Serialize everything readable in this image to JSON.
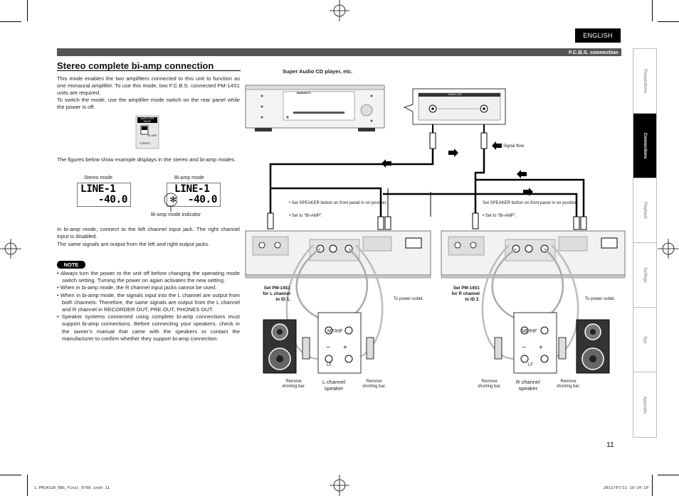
{
  "language_tab": "ENGLISH",
  "header_label": "F.C.B.S. connection",
  "side_tabs": [
    "Preparations",
    "Connections",
    "Playback",
    "Settings",
    "Tips",
    "Appendix"
  ],
  "active_side_tab": "Connections",
  "title": "Stereo complete bi-amp connection",
  "intro_paragraph_1": "This mode enables the two amplifiers connected to this unit to function as one monaural amplifier. To use this mode, two F.C.B.S. connected PM-14S1 units are required.",
  "intro_paragraph_2": "To switch the mode, use the amplifier mode switch on the rear panel while the power is off.",
  "switch": {
    "title": "AMPLIFIER MODE",
    "option_biamp": "BI-AMP",
    "option_stereo": "STEREO"
  },
  "figures_paragraph": "The figures below show example displays in the stereo and bi-amp modes.",
  "stereo_mode_label": "Stereo mode",
  "biamp_mode_label": "Bi-amp mode",
  "display_line1": "LINE-1",
  "display_value": "-40.0",
  "biamp_display_marker": "✻",
  "biamp_indicator_label": "Bi-amp mode indicator",
  "biamp_paragraph_1": "In bi-amp mode, connect to the left channel input jack. The right channel input is disabled.",
  "biamp_paragraph_2": "The same signals are output from the left and right output jacks.",
  "note_label": "NOTE",
  "notes": [
    "Always turn the power to the unit off before changing the operating mode switch setting. Turning the power on again activates the new setting.",
    "When in bi-amp mode, the R channel input jacks cannot be used.",
    "When in bi-amp mode, the signals input into the L channel are output from both channels. Therefore, the same signals are output from the L channel and R channel in RECORDER OUT, PRE OUT, PHONES OUT.",
    "Speaker systems connected using complete bi-amp connections must support bi-amp connections. Before connecting your speakers, check in the owner’s manual that came with the speakers or contact the manufacturer to confirm whether they support bi-amp connection."
  ],
  "diagram": {
    "source_label": "Super Audio CD player, etc.",
    "source_brand": "MARANTZ",
    "audio_out_label": "AUDIO OUT",
    "signal_flow_label": ": Signal flow",
    "left_instr_1": "• Set SPEAKER button on front panel in on position.",
    "left_instr_2": "• Set to “BI-AMP”.",
    "right_instr_1": "Set SPEAKER button on front panel in on position.",
    "right_instr_2": "• Set to “BI-AMP”.",
    "left_unit_label_1": "Set PM-14S1",
    "left_unit_label_2": "for L channel",
    "left_unit_label_3": "to ID 1.",
    "right_unit_label_1": "Set PM-14S1",
    "right_unit_label_2": "for R channel",
    "right_unit_label_3": "to ID 2.",
    "power_outlet": "To power outlet.",
    "remove_bar_1": "Remove",
    "remove_bar_2": "shorting bar.",
    "mfhf": "MF/HF",
    "lf": "LF",
    "l_speaker_1": "L channel",
    "l_speaker_2": "speaker",
    "r_speaker_1": "R channel",
    "r_speaker_2": "speaker",
    "minus": "−",
    "plus": "+"
  },
  "page_number": "11",
  "footer_left": "1.PM14S1N_ENG_Final_0708.indd    11",
  "footer_right": "2013/07/11    19:14:10"
}
